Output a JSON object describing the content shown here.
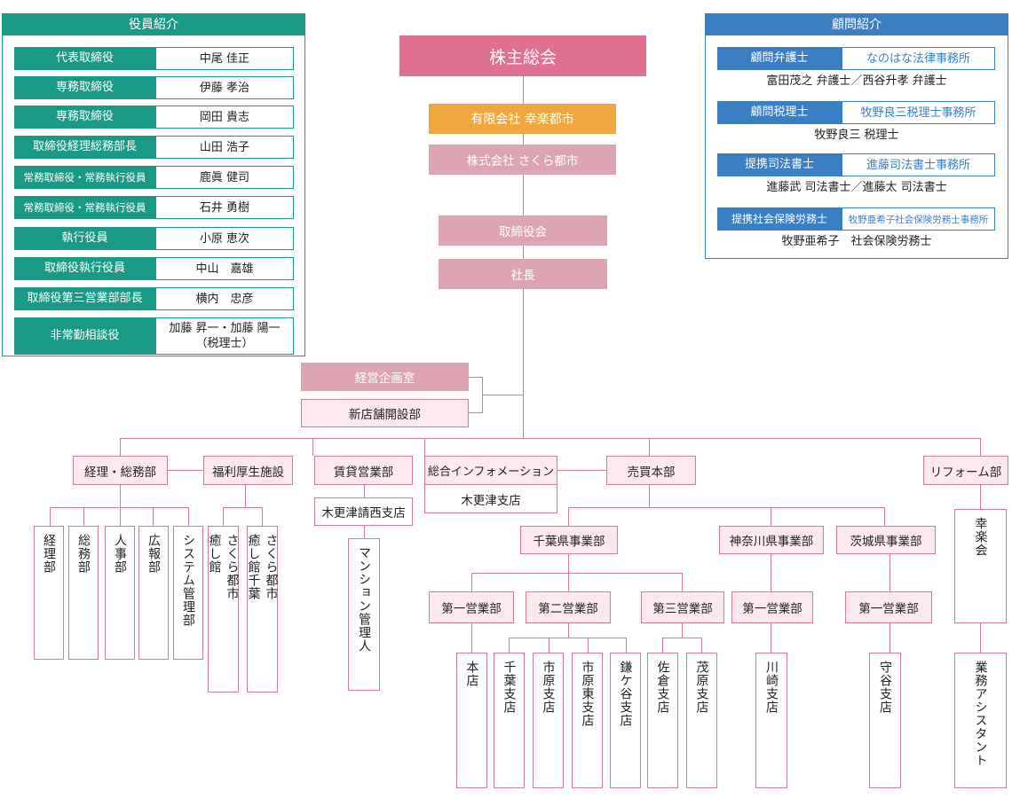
{
  "officers": {
    "title": "役員紹介",
    "rows": [
      {
        "role": "代表取締役",
        "name": "中尾 佳正"
      },
      {
        "role": "専務取締役",
        "name": "伊藤 孝治"
      },
      {
        "role": "専務取締役",
        "name": "岡田 貴志"
      },
      {
        "role": "取締役経理総務部長",
        "name": "山田 浩子"
      },
      {
        "role": "常務取締役・常務執行役員",
        "name": "鹿眞 健司"
      },
      {
        "role": "常務取締役・常務執行役員",
        "name": "石井 勇樹"
      },
      {
        "role": "執行役員",
        "name": "小原 恵次"
      },
      {
        "role": "取締役執行役員",
        "name": "中山　嘉雄"
      },
      {
        "role": "取締役第三営業部部長",
        "name": "横内　忠彦"
      },
      {
        "role": "非常勤相談役",
        "name": "加藤 昇一・加藤 陽一",
        "name2": "（税理士）"
      }
    ]
  },
  "advisors": {
    "title": "顧問紹介",
    "items": [
      {
        "role": "顧問弁護士",
        "firm": "なのはな法律事務所",
        "people": "富田茂之 弁護士／西谷升孝 弁護士"
      },
      {
        "role": "顧問税理士",
        "firm": "牧野良三税理士事務所",
        "people": "牧野良三 税理士"
      },
      {
        "role": "提携司法書士",
        "firm": "進藤司法書士事務所",
        "people": "進藤武 司法書士／進藤太 司法書士"
      },
      {
        "role": "提携社会保険労務士",
        "firm": "牧野亜希子社会保険労務士事務所",
        "people": "牧野亜希子　社会保険労務士"
      }
    ]
  },
  "org": {
    "shareholders": "株主総会",
    "yugen": "有限会社 幸楽都市",
    "kabushiki": "株式会社 さくら都市",
    "board": "取締役会",
    "president": "社長",
    "planning": "経営企画室",
    "newstore": "新店舗開設部",
    "keiri": "経理・総務部",
    "keiri_subs": [
      "経理部",
      "総務部",
      "人事部",
      "広報部",
      "システム管理部"
    ],
    "fukuri": "福利厚生施設",
    "fukuri_subs": [
      [
        "さくら都市",
        "癒し館"
      ],
      [
        "さくら都市",
        "癒し館千葉"
      ]
    ],
    "chintai": "賃貸営業部",
    "chintai_branch": "木更津請西支店",
    "chintai_sub": "マンション管理人",
    "info": "総合インフォメーション",
    "info_branch": "木更津支店",
    "baibai": "売買本部",
    "chiba": "千葉県事業部",
    "kanagawa": "神奈川県事業部",
    "ibaraki": "茨城県事業部",
    "chiba_1": "第一営業部",
    "chiba_2": "第二営業部",
    "chiba_3": "第三営業部",
    "kanagawa_1": "第一営業部",
    "ibaraki_1": "第一営業部",
    "branch_honten": "本店",
    "branch_chiba": "千葉支店",
    "branch_ichihara": "市原支店",
    "branch_ichihara_east": "市原東支店",
    "branch_kamagaya": "鎌ケ谷支店",
    "branch_sakura": "佐倉支店",
    "branch_mobara": "茂原支店",
    "branch_kawasaki": "川崎支店",
    "branch_moriya": "守谷支店",
    "reform": "リフォーム部",
    "reform_sub1": "幸楽会",
    "reform_sub2": "業務アシスタント"
  },
  "colors": {
    "teal": "#1a9a86",
    "blue": "#3a7fc4",
    "pink_dark": "#e0708f",
    "orange": "#f0a73e",
    "pink_light": "#dfa4b2",
    "pink_line": "#d87c96"
  }
}
